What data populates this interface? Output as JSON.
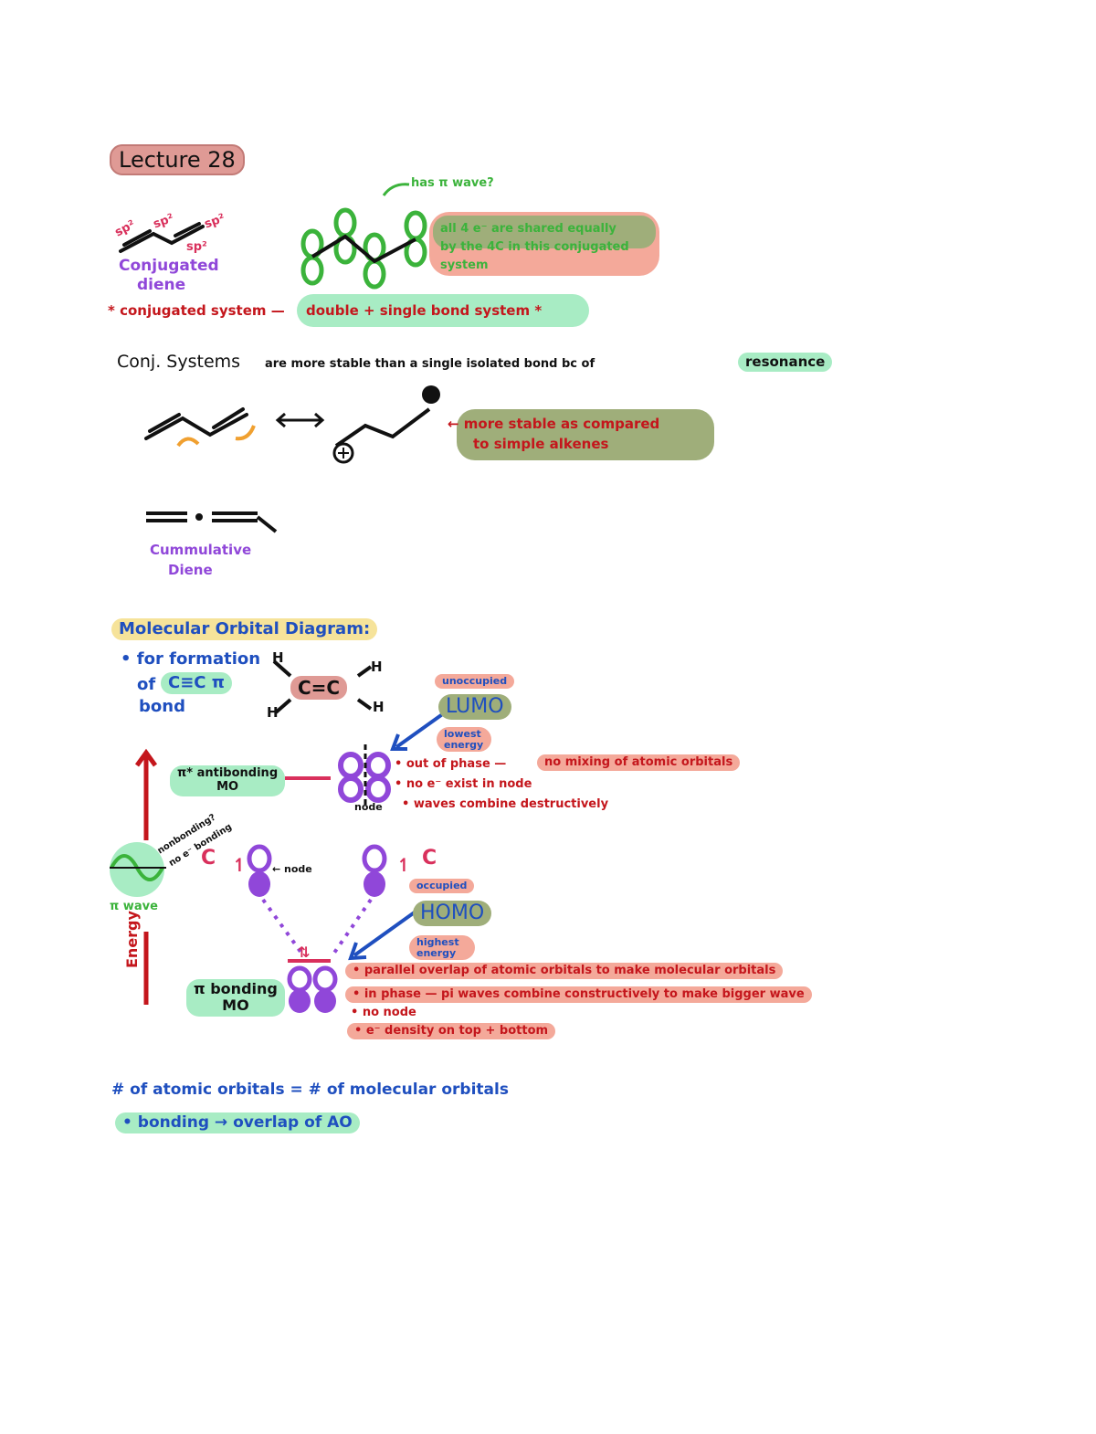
{
  "title": "Lecture 28",
  "section1": {
    "hybrid_labels": [
      "sp²",
      "sp²",
      "sp²",
      "sp²"
    ],
    "conjugated_diene_label": [
      "Conjugated",
      "diene"
    ],
    "pi_wave_question": "has π wave?",
    "delocalized_note": [
      "all 4 e⁻ are shared equally",
      "by the 4C in this conjugated",
      "system"
    ],
    "definition_prefix": "* conjugated system —",
    "definition_highlight": "double + single bond system *"
  },
  "section2": {
    "stability_prefix": "Conj. Systems",
    "stability_middle": "are more stable than a single isolated bond bc of",
    "stability_highlight": "resonance",
    "resonance_note": [
      "← more stable as compared",
      "to simple alkenes"
    ],
    "cumulative_diene_label": [
      "Cummulative",
      "Diene"
    ]
  },
  "section3": {
    "heading": "Molecular Orbital Diagram:",
    "formation_note": [
      "• for formation",
      "of",
      "C≡C π",
      "bond"
    ],
    "ethene_center": "C=C",
    "ethene_h": [
      "H",
      "H",
      "H",
      "H"
    ],
    "antibonding_label": [
      "π* antibonding",
      "MO"
    ],
    "lumo_top": "unoccupied",
    "lumo_label": "LUMO",
    "lumo_bottom": [
      "lowest",
      "energy"
    ],
    "node_label": "node",
    "antibonding_notes_prefix": "• out of phase —",
    "antibonding_notes_highlight": "no mixing of atomic orbitals",
    "antibonding_notes": [
      "• no e⁻ exist in node",
      "• waves combine destructively"
    ],
    "pi_wave_label": "π wave",
    "wave_side_note": [
      "nonbonding?",
      "no e⁻ bonding"
    ],
    "carbon_left": "C",
    "carbon_right": "C",
    "node_arrow_label": "← node",
    "homo_top": "occupied",
    "homo_label": "HOMO",
    "homo_bottom": [
      "highest",
      "energy"
    ],
    "energy_label": "Energy",
    "bonding_label": [
      "π bonding",
      "MO"
    ],
    "bonding_notes": [
      "• parallel overlap of atomic orbitals to make molecular orbitals",
      "• in phase — pi waves combine constructively to make bigger wave",
      "• no node",
      "• e⁻ density on top + bottom"
    ]
  },
  "section4": {
    "rule": "# of atomic orbitals = # of molecular orbitals",
    "bonding_rule": "• bonding → overlap of AO"
  },
  "colors": {
    "red_ink": "#c4161c",
    "green_ink": "#3bb33b",
    "purple_ink": "#9047d9",
    "blue_ink": "#1f4fbf",
    "highlight_red": "#f4a99a",
    "highlight_green": "#a8ecc4",
    "highlight_olive": "#9fae7a",
    "highlight_yellow": "#f6e39a",
    "highlight_rose": "#df9a95"
  }
}
